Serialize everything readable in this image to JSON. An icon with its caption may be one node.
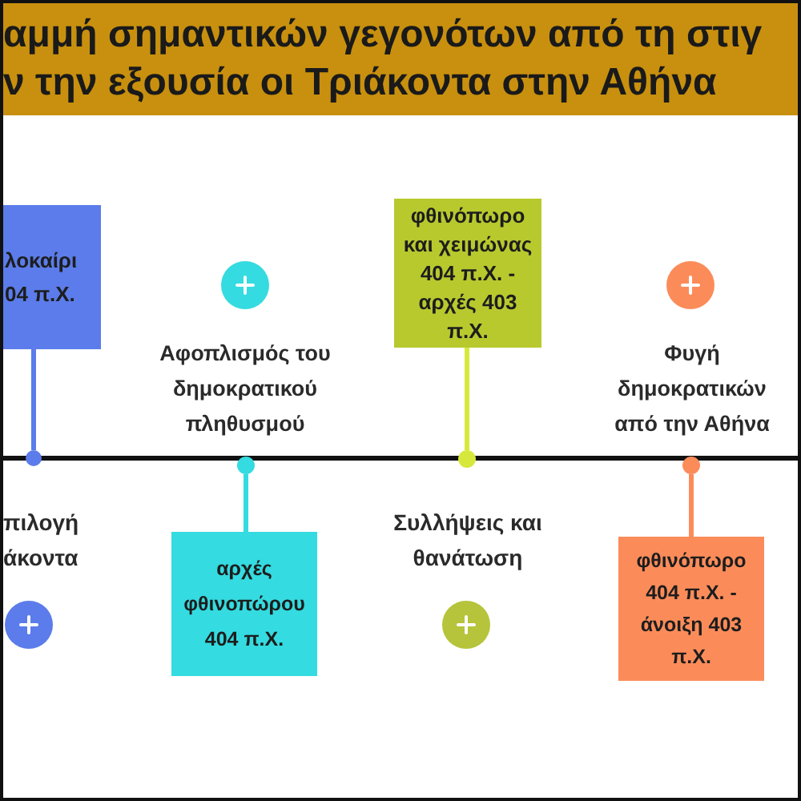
{
  "diagram": {
    "title": "αμμή σημαντικών γεγονότων από τη στιγ ν την εξουσία οι Τριάκοντα στην Αθήνα",
    "nodes": [
      {
        "text": [
          "λοκαίρι 04 π.Χ."
        ]
      },
      {
        "text": [],
        "shape": "circle"
      },
      {
        "text": [],
        "shape": "circle"
      },
      {
        "text": [
          "αρχές φθινοπώρου 404 π.Χ."
        ]
      },
      {
        "text": [
          "φθινόπωρο και χειμώνας 404 π.Χ. - αρχές 403 π.Χ."
        ]
      },
      {
        "text": [],
        "shape": "circle"
      },
      {
        "text": [],
        "shape": "circle"
      },
      {
        "text": [
          "φθινόπωρο 404 π.Χ. - άνοιξη 403 π.Χ."
        ]
      }
    ],
    "edges": [
      {
        "from": 0,
        "to": 1,
        "arrow": "none",
        "color": "#5b7cea"
      },
      {
        "from": 2,
        "to": 3,
        "arrow": "none",
        "color": "#34dbe0"
      },
      {
        "from": 4,
        "to": 5,
        "arrow": "none",
        "color": "#d6e83c"
      },
      {
        "from": 6,
        "to": 7,
        "arrow": "none",
        "color": "#fb8c5a"
      }
    ],
    "labels": [
      "πιλογή άκοντα",
      "Αφοπλισμός του δημοκρατικού πληθυσμού",
      "Συλλήψεις και θανάτωση",
      "Φυγή δημοκρατικών από την Αθήνα"
    ]
  }
}
